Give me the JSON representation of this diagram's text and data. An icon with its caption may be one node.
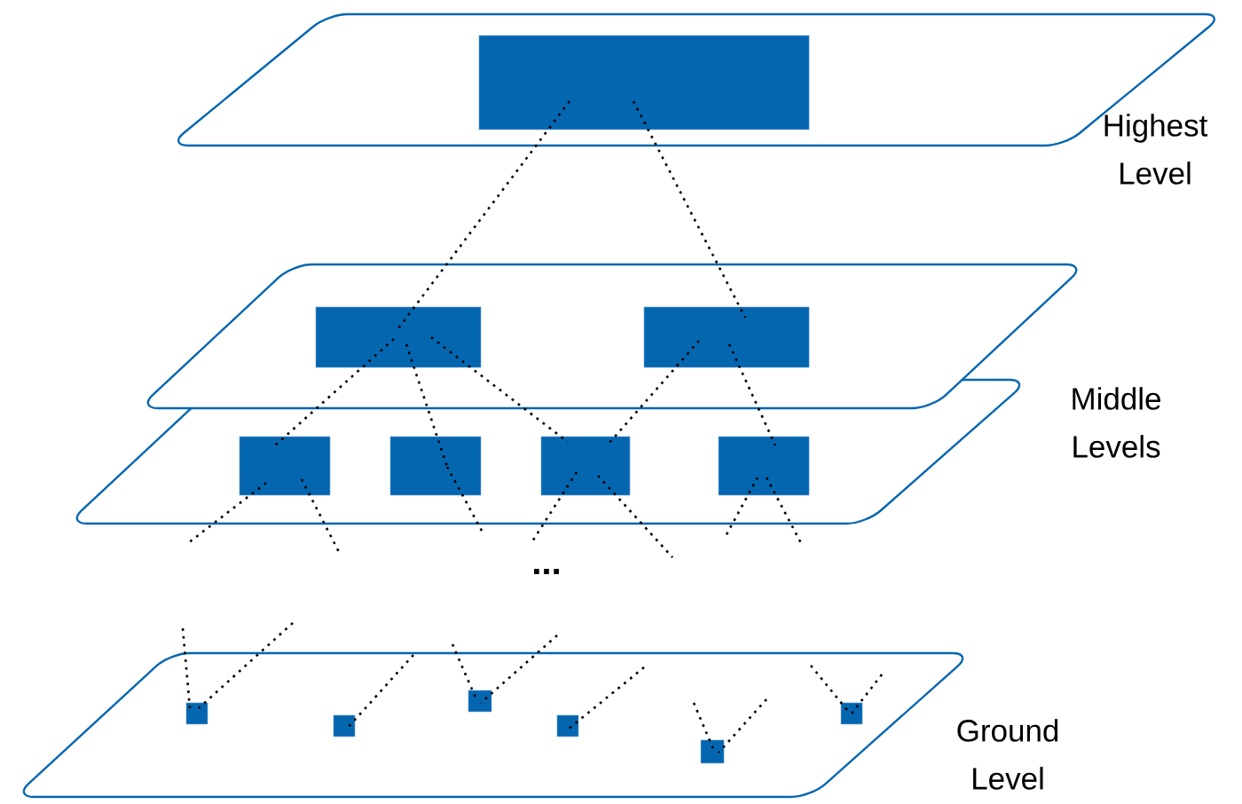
{
  "diagram": {
    "nodes": [
      {
        "text": [],
        "shape": "parallelogram"
      },
      {
        "text": [],
        "shape": "box",
        "in": 0
      },
      {
        "text": [],
        "shape": "parallelogram"
      },
      {
        "text": [],
        "shape": "box",
        "in": 2
      },
      {
        "text": [],
        "shape": "box",
        "in": 2
      },
      {
        "text": [],
        "shape": "parallelogram"
      },
      {
        "text": [],
        "shape": "box",
        "in": 5
      },
      {
        "text": [],
        "shape": "box",
        "in": 5
      },
      {
        "text": [],
        "shape": "box",
        "in": 5
      },
      {
        "text": [],
        "shape": "box",
        "in": 5
      },
      {
        "text": [],
        "shape": "parallelogram"
      },
      {
        "text": [],
        "shape": "box",
        "in": 10
      },
      {
        "text": [],
        "shape": "box",
        "in": 10
      },
      {
        "text": [],
        "shape": "box",
        "in": 10
      },
      {
        "text": [],
        "shape": "box",
        "in": 10
      },
      {
        "text": [],
        "shape": "box",
        "in": 10
      },
      {
        "text": [],
        "shape": "box",
        "in": 10
      }
    ],
    "edges": [
      {
        "from": 1,
        "to": 3,
        "arrow": "none"
      },
      {
        "from": 1,
        "to": 4,
        "arrow": "none"
      },
      {
        "from": 3,
        "to": 6,
        "arrow": "none"
      },
      {
        "from": 3,
        "to": 7,
        "arrow": "none"
      },
      {
        "from": 3,
        "to": 8,
        "arrow": "none"
      },
      {
        "from": 4,
        "to": 8,
        "arrow": "none"
      },
      {
        "from": 4,
        "to": 9,
        "arrow": "none"
      },
      {
        "from": 6,
        "to": null,
        "arrow": "none"
      },
      {
        "from": 6,
        "to": null,
        "arrow": "none"
      },
      {
        "from": 7,
        "to": null,
        "arrow": "none"
      },
      {
        "from": 8,
        "to": null,
        "arrow": "none"
      },
      {
        "from": 8,
        "to": null,
        "arrow": "none"
      },
      {
        "from": 9,
        "to": null,
        "arrow": "none"
      },
      {
        "from": 9,
        "to": null,
        "arrow": "none"
      },
      {
        "from": null,
        "to": 11,
        "arrow": "none"
      },
      {
        "from": null,
        "to": 11,
        "arrow": "none"
      },
      {
        "from": null,
        "to": 12,
        "arrow": "none"
      },
      {
        "from": null,
        "to": 13,
        "arrow": "none"
      },
      {
        "from": null,
        "to": 13,
        "arrow": "none"
      },
      {
        "from": null,
        "to": 14,
        "arrow": "none"
      },
      {
        "from": null,
        "to": 15,
        "arrow": "none"
      },
      {
        "from": null,
        "to": 15,
        "arrow": "none"
      },
      {
        "from": null,
        "to": 16,
        "arrow": "none"
      },
      {
        "from": null,
        "to": 16,
        "arrow": "none"
      }
    ],
    "labels": [
      "Highest Level",
      "Middle Levels",
      "...",
      "Ground Level"
    ]
  }
}
